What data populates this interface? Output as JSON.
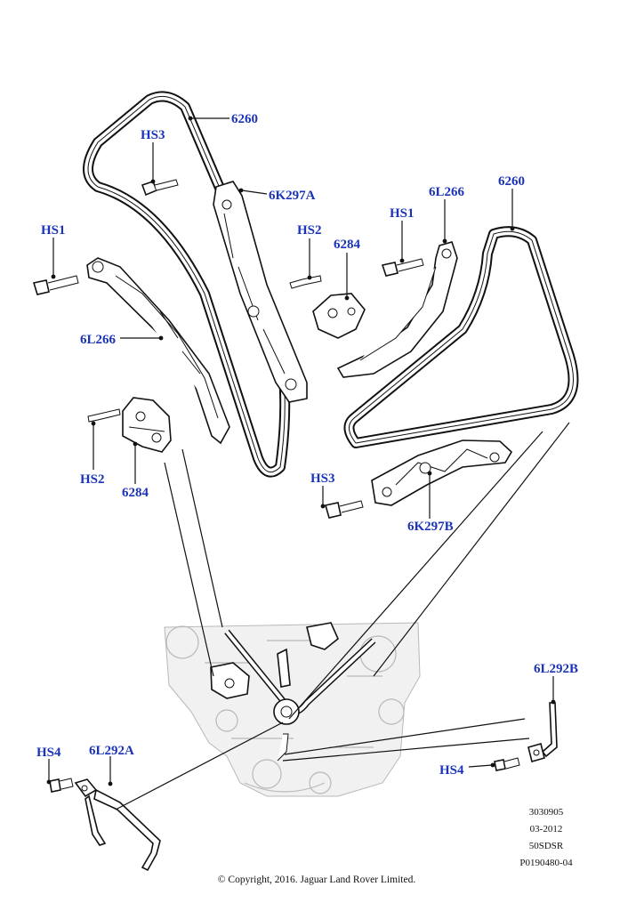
{
  "callouts": {
    "chain_left": "6260",
    "hs3_top": "HS3",
    "guide_6k297a": "6K297A",
    "hs1_left": "HS1",
    "hs2_mid": "HS2",
    "tensioner_6284_right": "6284",
    "hs1_right": "HS1",
    "arm_6l266_right": "6L266",
    "chain_right": "6260",
    "arm_6l266_left": "6L266",
    "hs2_left": "HS2",
    "tensioner_6284_left": "6284",
    "hs3_bottom": "HS3",
    "guide_6k297b": "6K297B",
    "tube_6l292b": "6L292B",
    "hs4_left": "HS4",
    "tube_6l292a": "6L292A",
    "hs4_right": "HS4"
  },
  "meta": {
    "code1": "3030905",
    "date": "03-2012",
    "code2": "50SDSR",
    "ref": "P0190480-04"
  },
  "copyright": "© Copyright, 2016. Jaguar Land Rover Limited."
}
